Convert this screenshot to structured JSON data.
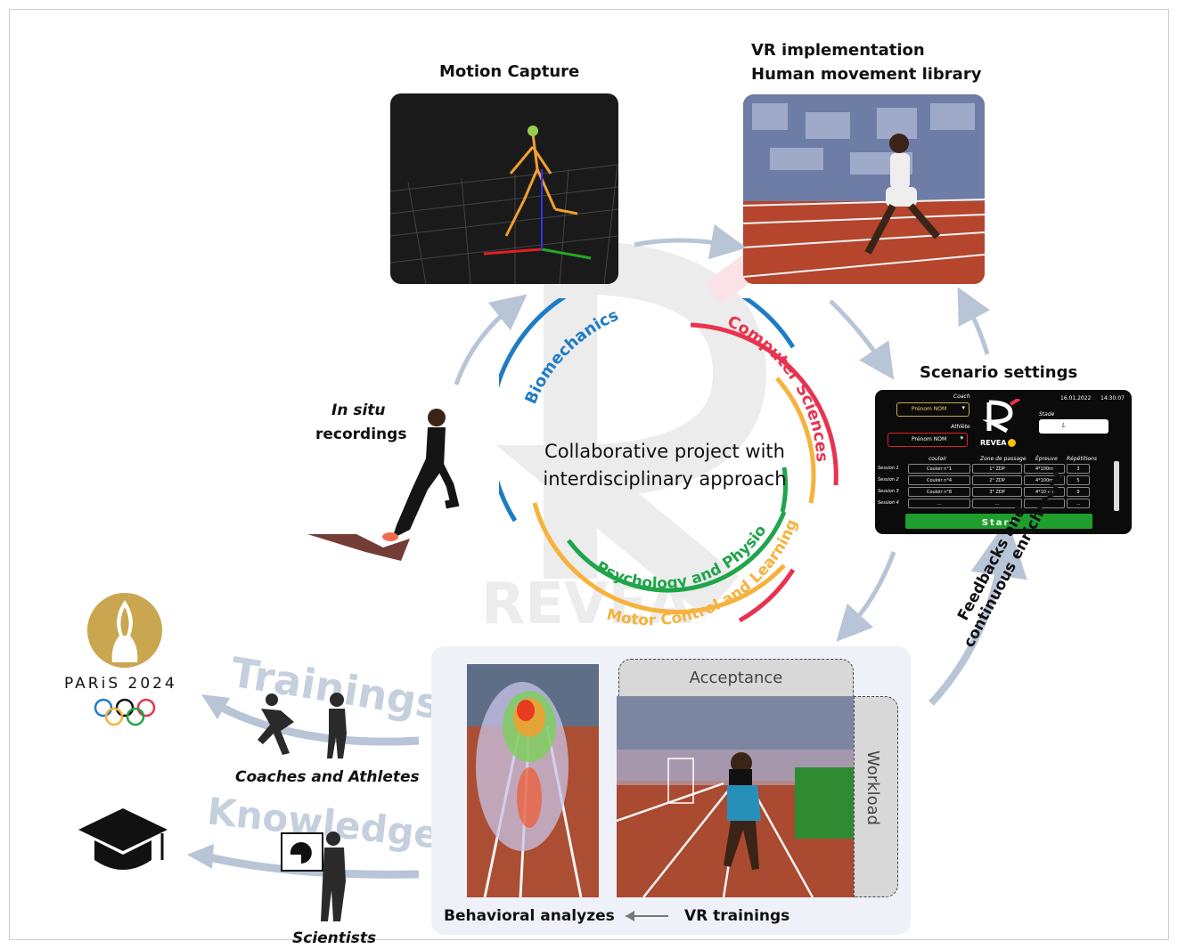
{
  "motion_capture": {
    "title": "Motion Capture"
  },
  "vr_impl": {
    "title_line1": "VR implementation",
    "title_line2": "Human movement library"
  },
  "scenario": {
    "title": "Scenario settings",
    "date": "16.01.2022",
    "time": "14:30:07",
    "coach_label": "Coach",
    "coach_value": "Prénom NOM",
    "athlete_label": "Athlète",
    "athlete_value": "Prénom NOM",
    "logo_text": "REVEA",
    "stade_label": "Stade",
    "stade_value": "L",
    "columns": [
      "couloir",
      "Zone de passage",
      "Épreuve",
      "Répétitions"
    ],
    "sessions": [
      {
        "label": "Session 1",
        "couloir": "Couloir n°1",
        "zone": "1° ZDP",
        "epreuve": "4*100m",
        "rep": "3"
      },
      {
        "label": "Session 2",
        "couloir": "Couloir n°4",
        "zone": "2° ZDP",
        "epreuve": "4*100m",
        "rep": "5"
      },
      {
        "label": "Session 3",
        "couloir": "Couloir n°8",
        "zone": "3° ZDP",
        "epreuve": "4*100m",
        "rep": "9"
      },
      {
        "label": "Session 4",
        "couloir": "...",
        "zone": "...",
        "epreuve": "",
        "rep": "..."
      }
    ],
    "start_label": "Start"
  },
  "center": {
    "line1": "Collaborative project with",
    "line2": "interdisciplinary approach",
    "disciplines": [
      {
        "name": "Biomechanics",
        "color": "#1f7cc4"
      },
      {
        "name": "Computer Sciences",
        "color": "#e8334f"
      },
      {
        "name": "Psychology and Physiology",
        "color": "#1fa54a"
      },
      {
        "name": "Motor Control and Learning",
        "color": "#f6b23c"
      }
    ]
  },
  "insitu": {
    "line1": "In situ",
    "line2": "recordings"
  },
  "paris": {
    "text": "PARiS 2024"
  },
  "watermark": {
    "text": "REVEA"
  },
  "trainings": {
    "word": "Trainings",
    "caption": "Coaches and Athletes"
  },
  "knowledge": {
    "word": "Knowledge",
    "caption": "Scientists"
  },
  "bottom": {
    "acceptance": "Acceptance",
    "workload": "Workload",
    "behavioral": "Behavioral analyzes",
    "vr_trainings": "VR trainings"
  },
  "feedback": {
    "line1": "Feedbacks and",
    "line2": "continuous enrichment"
  },
  "colors": {
    "arrow": "#b7c5d6",
    "panel_bg": "#eef2f8",
    "start_green": "#1e9e2c",
    "gold": "#c9a64f"
  }
}
